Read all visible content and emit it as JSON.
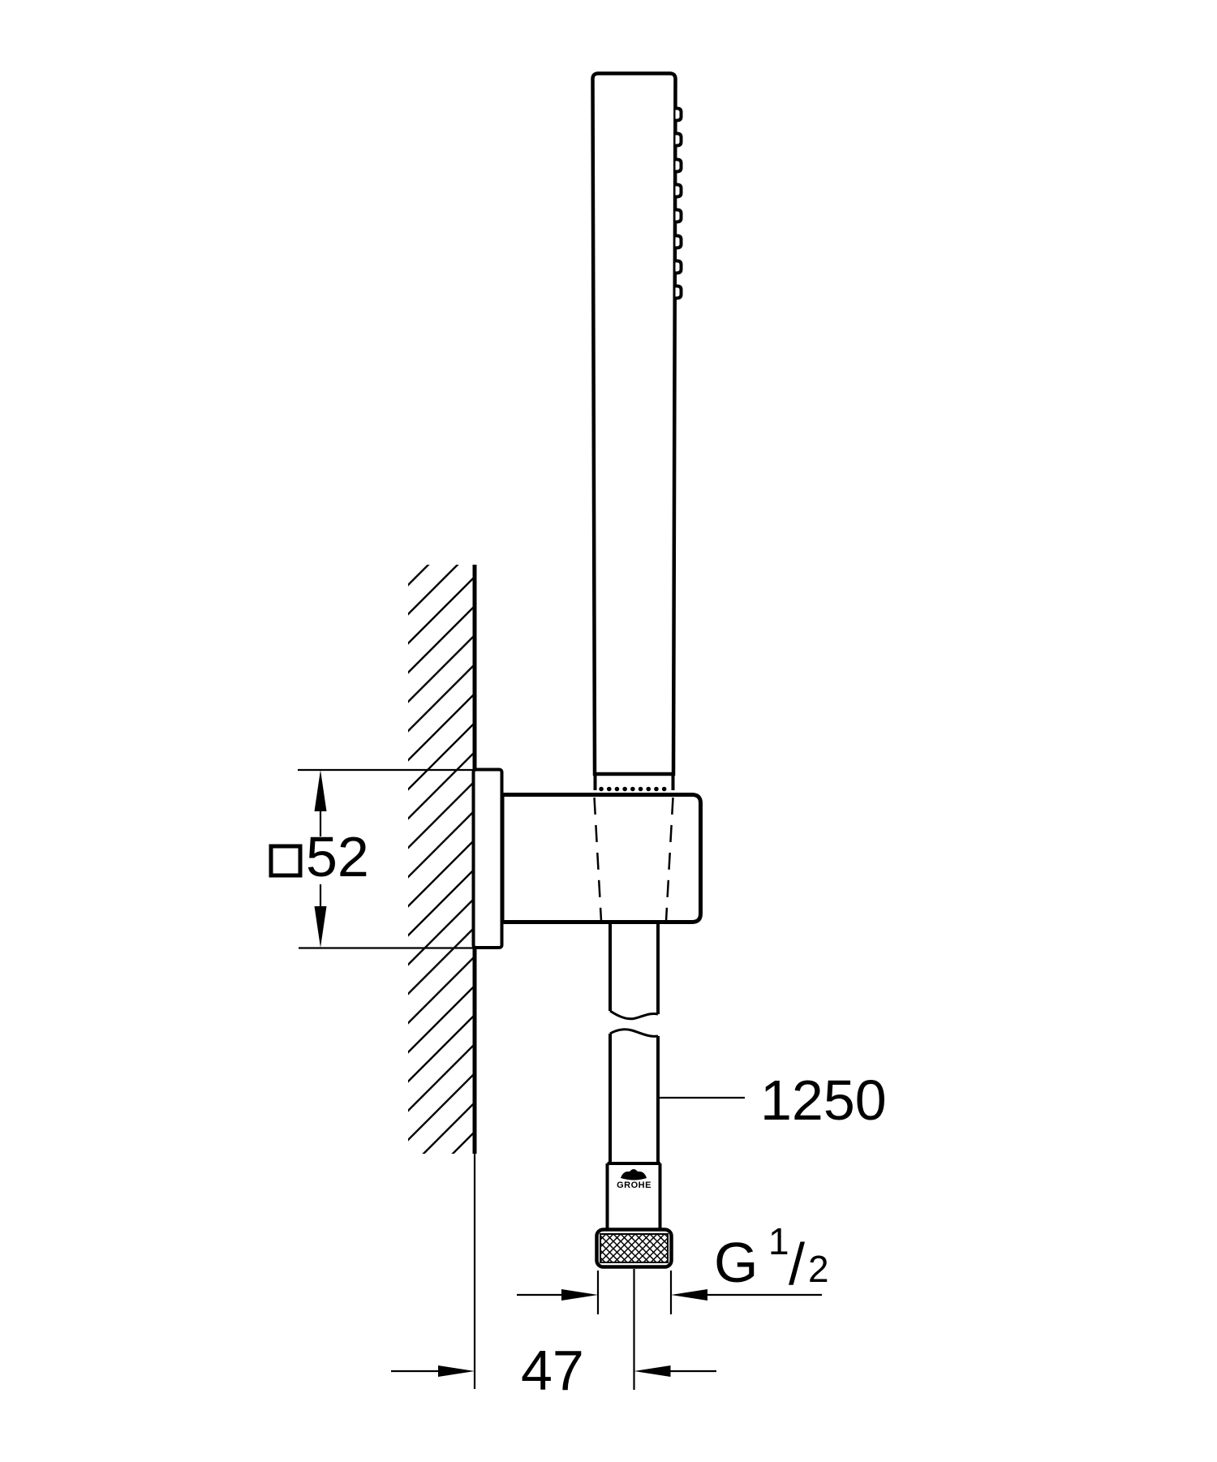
{
  "canvas": {
    "background": "#ffffff",
    "line_color": "#000000"
  },
  "labels": {
    "plate_size": {
      "symbol": "□",
      "value": "52"
    },
    "hose_length": "1250",
    "thread": {
      "letter": "G",
      "numerator": "1",
      "slash": "/",
      "denominator": "2"
    },
    "wall_to_center": "47"
  },
  "logo": {
    "text": "GROHE"
  }
}
